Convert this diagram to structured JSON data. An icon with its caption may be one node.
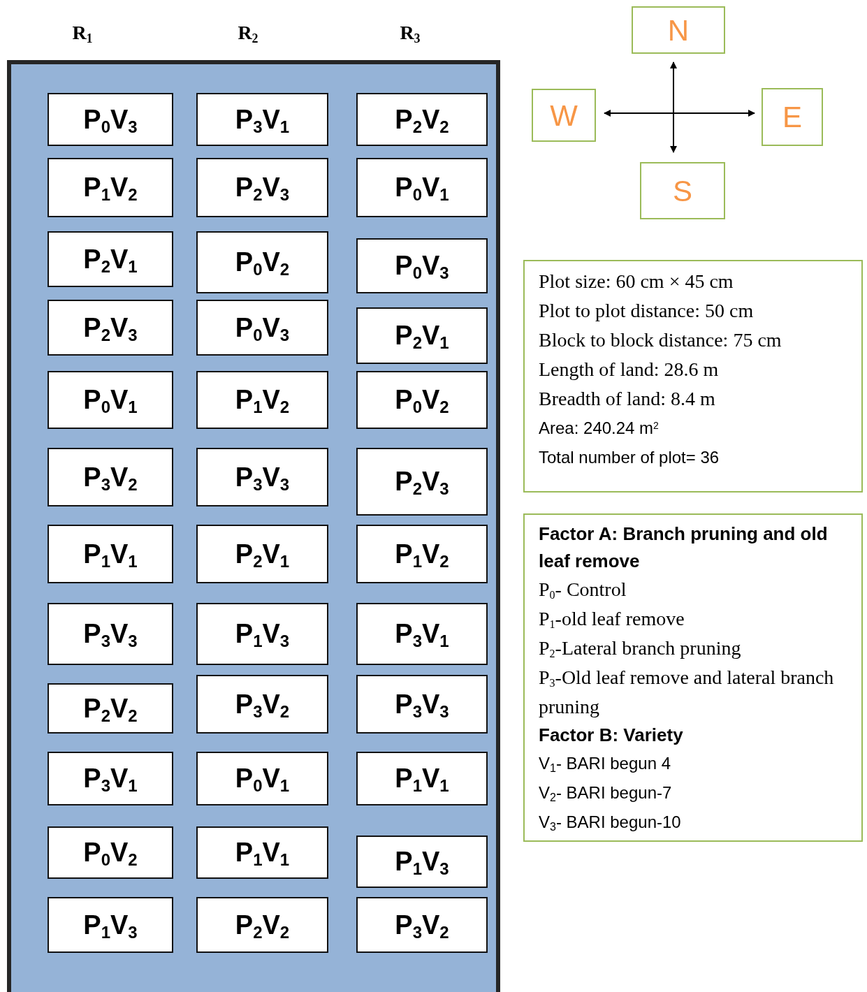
{
  "diagram": {
    "nodes": [
      {
        "text": [],
        "shape": "box"
      },
      {
        "text": [
          "P$_{0}$V$_{3}$"
        ],
        "in": 0
      },
      {
        "text": [
          "P$_{3}$V$_{1}$"
        ],
        "in": 0
      },
      {
        "text": [
          "P$_{2}$V$_{2}$"
        ],
        "in": 0
      },
      {
        "text": [
          "P$_{1}$V$_{2}$"
        ],
        "in": 0
      },
      {
        "text": [
          "P$_{2}$V$_{3}$"
        ],
        "in": 0
      },
      {
        "text": [
          "P$_{0}$V$_{1}$"
        ],
        "in": 0
      },
      {
        "text": [
          "P$_{2}$V$_{1}$"
        ],
        "in": 0
      },
      {
        "text": [
          "P$_{0}$V$_{2}$"
        ],
        "in": 0
      },
      {
        "text": [
          "P$_{0}$V$_{3}$"
        ],
        "in": 0
      },
      {
        "text": [
          "P$_{2}$V$_{3}$"
        ],
        "in": 0
      },
      {
        "text": [
          "P$_{0}$V$_{3}$"
        ],
        "in": 0
      },
      {
        "text": [
          "P$_{2}$V$_{1}$"
        ],
        "in": 0
      },
      {
        "text": [
          "P$_{0}$V$_{1}$"
        ],
        "in": 0
      },
      {
        "text": [
          "P$_{1}$V$_{2}$"
        ],
        "in": 0
      },
      {
        "text": [
          "P$_{0}$V$_{2}$"
        ],
        "in": 0
      },
      {
        "text": [
          "P$_{3}$V$_{2}$"
        ],
        "in": 0
      },
      {
        "text": [
          "P$_{3}$V$_{3}$"
        ],
        "in": 0
      },
      {
        "text": [
          "P$_{2}$V$_{3}$"
        ],
        "in": 0
      },
      {
        "text": [
          "P$_{1}$V$_{1}$"
        ],
        "in": 0
      },
      {
        "text": [
          "P$_{2}$V$_{1}$"
        ],
        "in": 0
      },
      {
        "text": [
          "P$_{1}$V$_{2}$"
        ],
        "in": 0
      },
      {
        "text": [
          "P$_{3}$V$_{3}$"
        ],
        "in": 0
      },
      {
        "text": [
          "P$_{1}$V$_{3}$"
        ],
        "in": 0
      },
      {
        "text": [
          "P$_{3}$V$_{1}$"
        ],
        "in": 0
      },
      {
        "text": [
          "P$_{2}$V$_{2}$"
        ],
        "in": 0
      },
      {
        "text": [
          "P$_{3}$V$_{2}$"
        ],
        "in": 0
      },
      {
        "text": [
          "P$_{3}$V$_{3}$"
        ],
        "in": 0
      },
      {
        "text": [
          "P$_{3}$V$_{1}$"
        ],
        "in": 0
      },
      {
        "text": [
          "P$_{0}$V$_{1}$"
        ],
        "in": 0
      },
      {
        "text": [
          "P$_{1}$V$_{1}$"
        ],
        "in": 0
      },
      {
        "text": [
          "P$_{0}$V$_{2}$"
        ],
        "in": 0
      },
      {
        "text": [
          "P$_{1}$V$_{1}$"
        ],
        "in": 0
      },
      {
        "text": [
          "P$_{1}$V$_{3}$"
        ],
        "in": 0
      },
      {
        "text": [
          "P$_{1}$V$_{3}$"
        ],
        "in": 0
      },
      {
        "text": [
          "P$_{2}$V$_{2}$"
        ],
        "in": 0
      },
      {
        "text": [
          "P$_{3}$V$_{2}$"
        ],
        "in": 0
      },
      {
        "text": [
          "N"
        ]
      },
      {
        "text": [
          "W"
        ]
      },
      {
        "text": [
          "E"
        ]
      },
      {
        "text": [
          "S"
        ]
      },
      {
        "text": [
          "Plot size: 60 cm × 45 cm",
          "Plot to plot distance: 50 cm",
          "Block to block distance: 75 cm",
          "Length of land: 28.6 m",
          "Breadth of land: 8.4 m",
          "Area: 240.24 m$^{2}$",
          "Total number of plot= 36"
        ]
      },
      {
        "text": [
          "Factor A: Branch pruning and old leaf remove",
          "P$_{0}$- Control",
          "P$_{1}$-old leaf remove",
          "P$_{2}$-Lateral branch pruning",
          "P$_{3}$-Old leaf remove and lateral branch pruning",
          "Factor B: Variety",
          "V$_{1}$- BARI begun 4",
          "V$_{2}$- BARI begun-7",
          "V$_{3}$- BARI begun-10"
        ]
      }
    ],
    "edges": [
      {
        "from": 38,
        "to": 39,
        "arrow": "both"
      },
      {
        "from": 37,
        "to": 40,
        "arrow": "both"
      }
    ],
    "labels": [
      "R$_{1}$",
      "R$_{2}$",
      "R$_{3}$"
    ]
  }
}
